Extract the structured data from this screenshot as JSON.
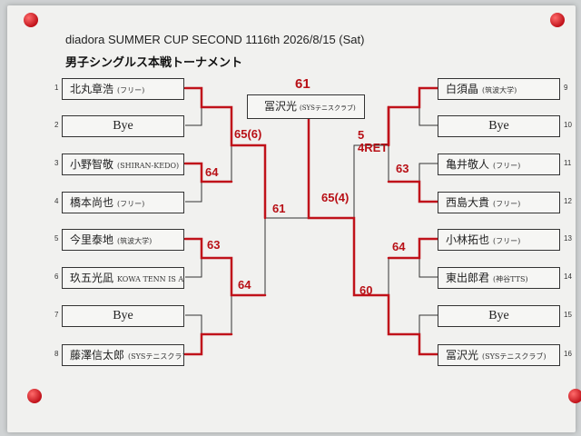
{
  "header": {
    "title": "diadora SUMMER CUP SECOND 1116th 2026/8/15  (Sat)",
    "subtitle": "男子シングルス本戦トーナメント"
  },
  "left_players": [
    {
      "num": "1",
      "name": "北丸章浩",
      "aff": "(フリー)"
    },
    {
      "num": "2",
      "name": "Bye",
      "aff": ""
    },
    {
      "num": "3",
      "name": "小野智敬",
      "aff": "(SHIRAN-KEDO)"
    },
    {
      "num": "4",
      "name": "橋本尚也",
      "aff": "(フリー)"
    },
    {
      "num": "5",
      "name": "今里泰地",
      "aff": "(筑波大学)"
    },
    {
      "num": "6",
      "name": "玖五光凪",
      "aff": "KOWA TENN IS ACADEMY"
    },
    {
      "num": "7",
      "name": "Bye",
      "aff": ""
    },
    {
      "num": "8",
      "name": "藤澤信太郎",
      "aff": "(SYSテニスクラブ)"
    }
  ],
  "right_players": [
    {
      "num": "9",
      "name": "白須晶",
      "aff": "(筑波大学)"
    },
    {
      "num": "10",
      "name": "Bye",
      "aff": ""
    },
    {
      "num": "11",
      "name": "亀井敬人",
      "aff": "(フリー)"
    },
    {
      "num": "12",
      "name": "西島大貴",
      "aff": "(フリー)"
    },
    {
      "num": "13",
      "name": "小林拓也",
      "aff": "(フリー)"
    },
    {
      "num": "14",
      "name": "東出郎君",
      "aff": "(神谷TTS)"
    },
    {
      "num": "15",
      "name": "Bye",
      "aff": ""
    },
    {
      "num": "16",
      "name": "冨沢光",
      "aff": "(SYSテニスクラブ)"
    }
  ],
  "champion": {
    "name": "冨沢光",
    "aff": "(SYSテニスクラブ)",
    "score": "61"
  },
  "scores": {
    "l_r1_a": "64",
    "l_r1_b": "63",
    "l_sf_a": "65(6)",
    "l_sf_b": "64",
    "l_final": "61",
    "r_r1_a": "5 4RET",
    "r_r1_b": "63",
    "r_r1_c": "64",
    "r_sf": "60",
    "r_final": "65(4)"
  },
  "colors": {
    "ink": "#b81016",
    "line": "#333333",
    "paper": "#f1f1ef"
  }
}
